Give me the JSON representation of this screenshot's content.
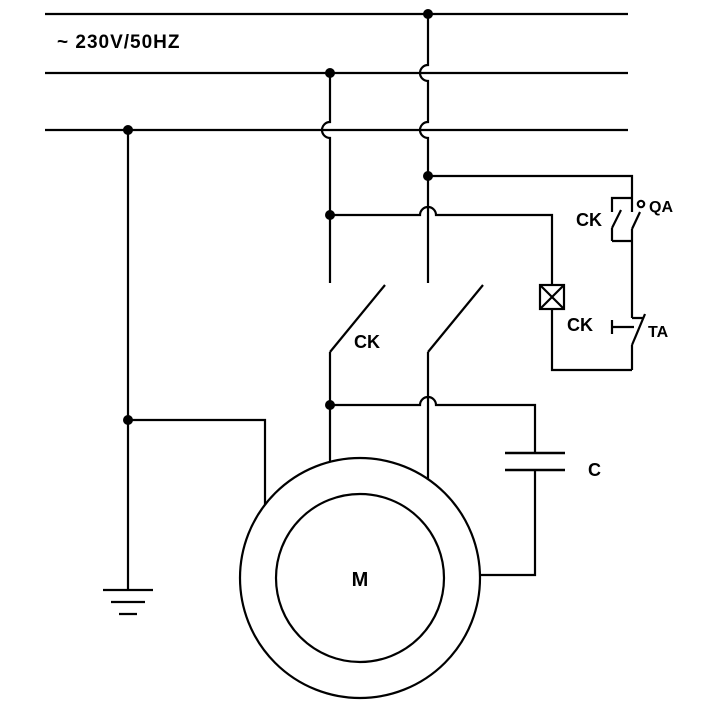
{
  "diagram": {
    "kind": "electrical-schematic",
    "colors": {
      "line": "#000000",
      "background": "#ffffff"
    },
    "labels": {
      "supply": "~ 230V/50HZ",
      "main_contacts": "CK",
      "holding_contact": "CK",
      "start_button": "QA",
      "stop_button": "TA",
      "coil": "CK",
      "capacitor": "C",
      "motor": "M"
    }
  }
}
